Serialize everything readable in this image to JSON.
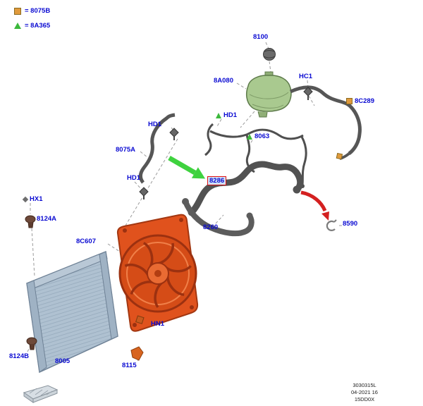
{
  "colors": {
    "label_blue": "#0a0ad2",
    "highlight_red": "#e01212",
    "arrow_green": "#3fd23f",
    "arrow_red": "#d42020",
    "legend_orange": "#e09a3c",
    "legend_green": "#3cb83c",
    "tank_green": "#a9c98f",
    "shroud_orange": "#e0521d",
    "radiator_blue": "#afc1d1",
    "hose_gray": "#565656"
  },
  "legend": {
    "square_label": "= 8075B",
    "triangle_label": "= 8A365"
  },
  "labels": {
    "m8100": "8100",
    "m8a080": "8A080",
    "hc1": "HC1",
    "m8c289": "8C289",
    "hd1_top": "HD1",
    "hd1_mid": "HD1",
    "m8063": "8063",
    "m8075a": "8075A",
    "hd1_low": "HD1",
    "m8286": "8286",
    "m8260": "8260",
    "hx1": "HX1",
    "m8124a": "8124A",
    "m8c607": "8C607",
    "hn1": "HN1",
    "m8124b": "8124B",
    "m8005": "8005",
    "m8115": "8115",
    "m8590": "8590"
  },
  "footer": {
    "drawing_number": "3030315L",
    "date_code": "04-2021 16",
    "sheet_code": "15DD0X"
  }
}
